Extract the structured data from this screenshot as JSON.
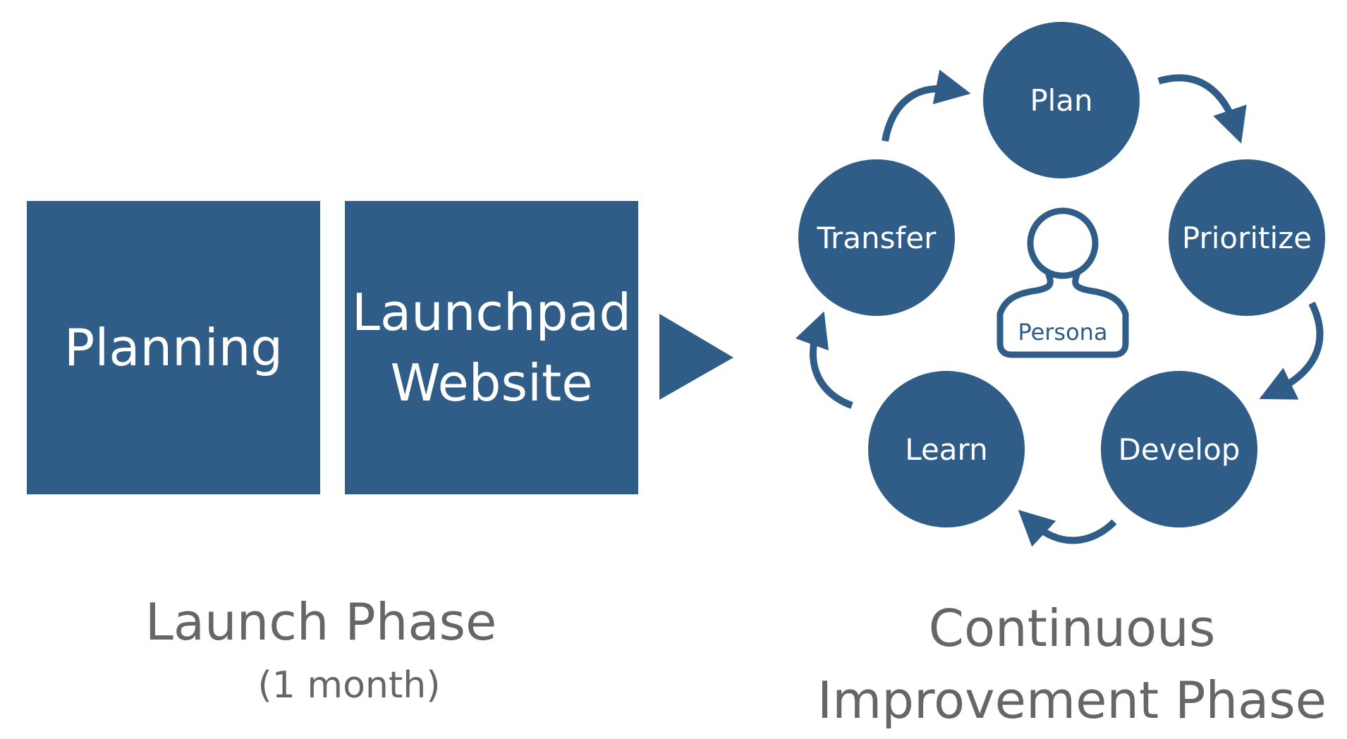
{
  "colors": {
    "primary": "#2f5d87",
    "label_gray": "#666666",
    "background": "#ffffff"
  },
  "launch_phase": {
    "boxes": [
      {
        "lines": [
          "Planning"
        ]
      },
      {
        "lines": [
          "Launchpad",
          "Website"
        ]
      }
    ],
    "title": "Launch Phase",
    "subtitle": "(1 month)"
  },
  "improvement_phase": {
    "title_lines": [
      "Continuous",
      "Improvement Phase"
    ],
    "cycle_nodes": [
      "Plan",
      "Prioritize",
      "Develop",
      "Learn",
      "Transfer"
    ],
    "center": {
      "label": "Persona",
      "icon": "persona-icon"
    }
  }
}
